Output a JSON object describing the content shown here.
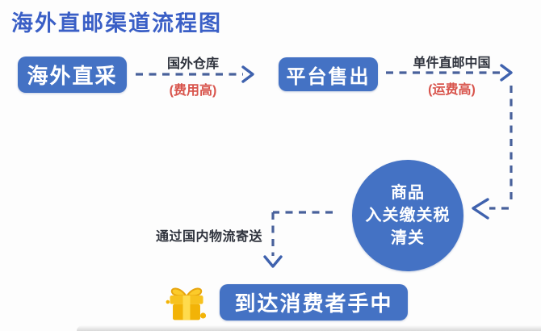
{
  "title": "海外直邮渠道流程图",
  "colors": {
    "background": "#fdfdfd",
    "node_blue": "#4472c4",
    "title_blue": "#3a5fc6",
    "connector_blue": "#48619b",
    "arrowhead_blue": "#3f62ae",
    "label_dark": "#2f333d",
    "note_red": "#d8544c",
    "gift_yellow": "#f5bb17"
  },
  "nodes": {
    "overseas_purchase": {
      "label": "海外直采"
    },
    "platform_sale": {
      "label": "平台售出"
    },
    "customs": {
      "line1": "商品",
      "line2": "入关缴关税",
      "line3": "清关"
    },
    "delivery": {
      "label": "到达消费者手中"
    }
  },
  "edges": {
    "purchase_to_platform": {
      "label": "国外仓库",
      "note": "(费用高)"
    },
    "platform_to_customs": {
      "label": "单件直邮中国",
      "note": "(运费高)"
    },
    "customs_to_delivery": {
      "label": "通过国内物流寄送"
    }
  },
  "icons": {
    "gift": "gift-icon"
  }
}
